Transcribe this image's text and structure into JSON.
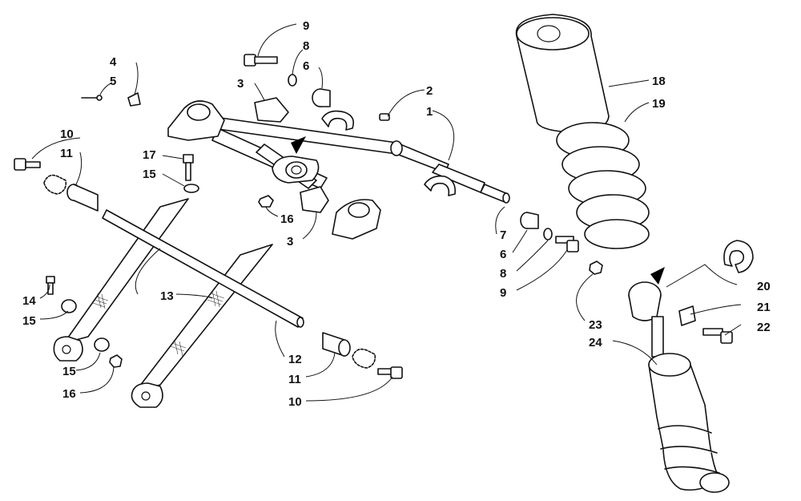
{
  "callouts": [
    {
      "id": "c9a",
      "text": "9"
    },
    {
      "id": "c8a",
      "text": "8"
    },
    {
      "id": "c6a",
      "text": "6"
    },
    {
      "id": "c4",
      "text": "4"
    },
    {
      "id": "c5",
      "text": "5"
    },
    {
      "id": "c3a",
      "text": "3"
    },
    {
      "id": "c2",
      "text": "2"
    },
    {
      "id": "c1",
      "text": "1"
    },
    {
      "id": "c18",
      "text": "18"
    },
    {
      "id": "c19",
      "text": "19"
    },
    {
      "id": "c10a",
      "text": "10"
    },
    {
      "id": "c11a",
      "text": "11"
    },
    {
      "id": "c17",
      "text": "17"
    },
    {
      "id": "c15a",
      "text": "15"
    },
    {
      "id": "c16a",
      "text": "16"
    },
    {
      "id": "c3b",
      "text": "3"
    },
    {
      "id": "c7",
      "text": "7"
    },
    {
      "id": "c6b",
      "text": "6"
    },
    {
      "id": "c8b",
      "text": "8"
    },
    {
      "id": "c9b",
      "text": "9"
    },
    {
      "id": "c20",
      "text": "20"
    },
    {
      "id": "c21",
      "text": "21"
    },
    {
      "id": "c22",
      "text": "22"
    },
    {
      "id": "c23",
      "text": "23"
    },
    {
      "id": "c24",
      "text": "24"
    },
    {
      "id": "c14",
      "text": "14"
    },
    {
      "id": "c15b",
      "text": "15"
    },
    {
      "id": "c13",
      "text": "13"
    },
    {
      "id": "c15c",
      "text": "15"
    },
    {
      "id": "c16b",
      "text": "16"
    },
    {
      "id": "c12",
      "text": "12"
    },
    {
      "id": "c11b",
      "text": "11"
    },
    {
      "id": "c10b",
      "text": "10"
    }
  ]
}
